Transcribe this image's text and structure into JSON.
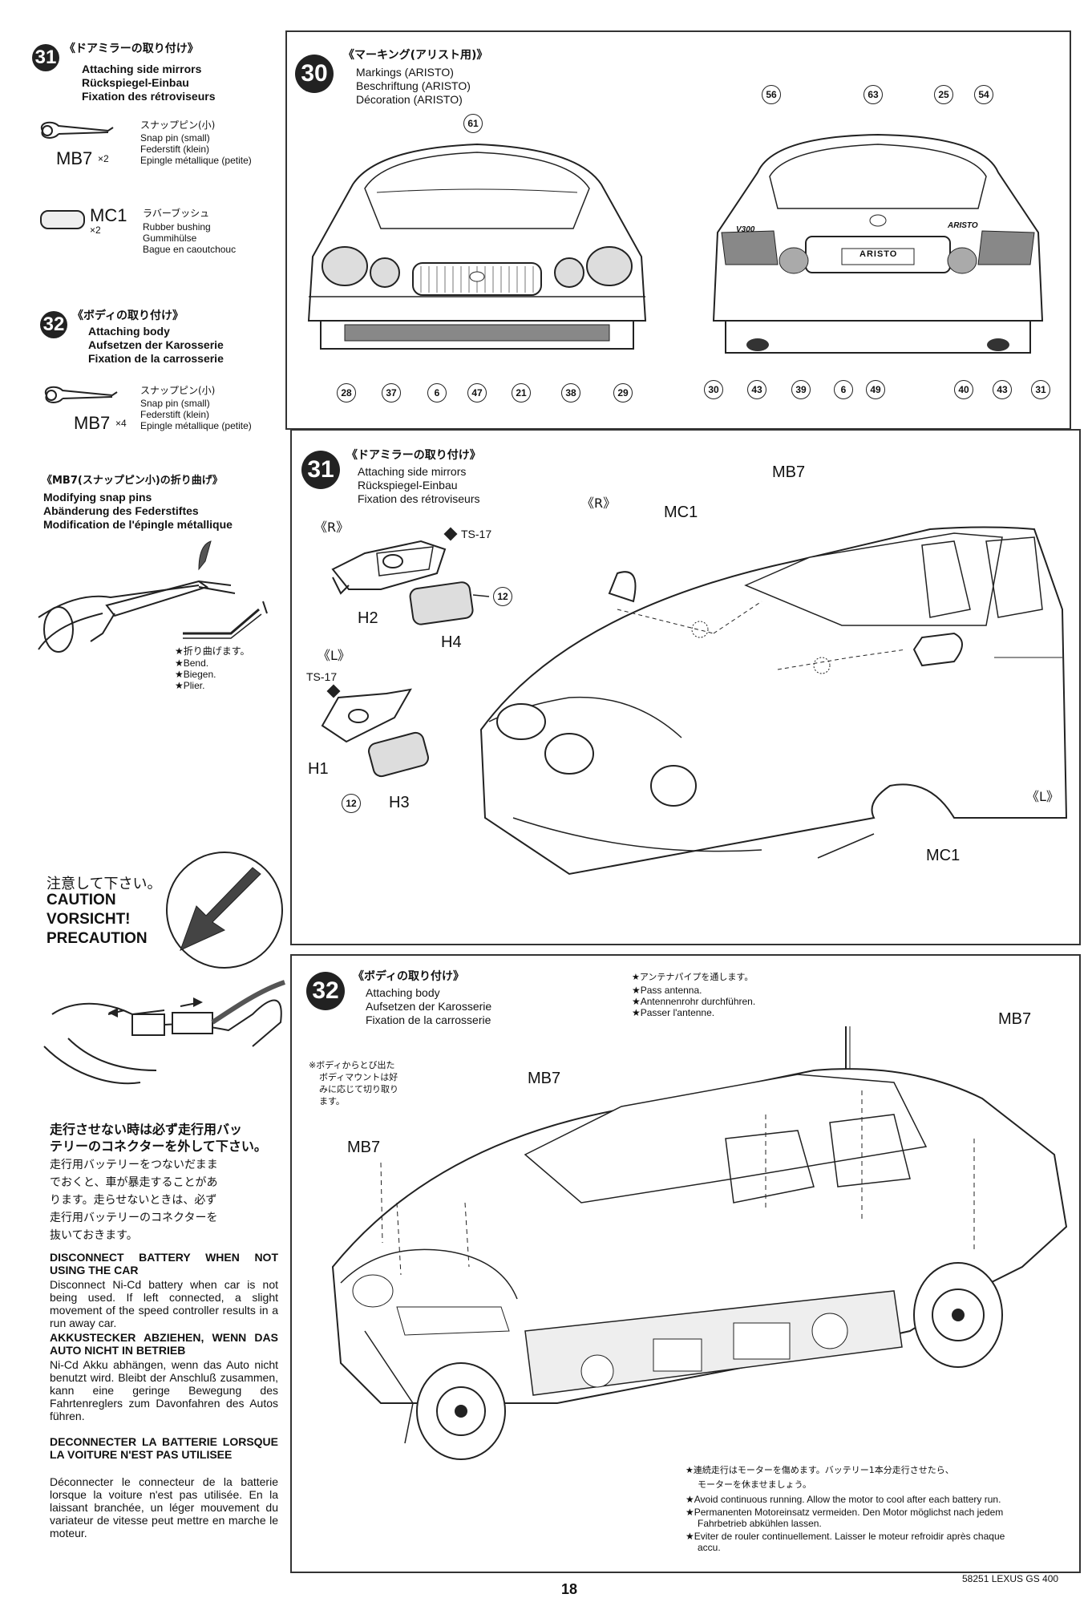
{
  "left": {
    "s31": {
      "num": "31",
      "jp": "《ドアミラーの取り付け》",
      "en": "Attaching side mirrors",
      "de": "Rückspiegel-Einbau",
      "fr": "Fixation des rétroviseurs",
      "part1": {
        "code": "MB7",
        "qty": "×2",
        "jp": "スナップピン(小)",
        "en": "Snap pin (small)",
        "de": "Federstift (klein)",
        "fr": "Epingle métallique (petite)"
      },
      "part2": {
        "code": "MC1",
        "qty": "×2",
        "jp": "ラバーブッシュ",
        "en": "Rubber bushing",
        "de": "Gummihülse",
        "fr": "Bague en caoutchouc"
      }
    },
    "s32": {
      "num": "32",
      "jp": "《ボディの取り付け》",
      "en": "Attaching body",
      "de": "Aufsetzen der Karosserie",
      "fr": "Fixation de la carrosserie",
      "part1": {
        "code": "MB7",
        "qty": "×4",
        "jp": "スナップピン(小)",
        "en": "Snap pin (small)",
        "de": "Federstift (klein)",
        "fr": "Epingle métallique (petite)"
      }
    },
    "modify": {
      "jp": "《MB7(スナップピン小)の折り曲げ》",
      "en": "Modifying snap pins",
      "de": "Abänderung des Federstiftes",
      "fr": "Modification de l'épingle métallique",
      "bend_jp": "★折り曲げます。",
      "bend_en": "★Bend.",
      "bend_de": "★Biegen.",
      "bend_fr": "★Plier."
    },
    "caution": {
      "jp": "注意して下さい。",
      "en": "CAUTION",
      "de": "VORSICHT!",
      "fr": "PRECAUTION"
    },
    "battery": {
      "jp_head1": "走行させない時は必ず走行用バッ",
      "jp_head2": "テリーのコネクターを外して下さい。",
      "jp_body1": "走行用バッテリーをつないだまま",
      "jp_body2": "でおくと、車が暴走することがあ",
      "jp_body3": "ります。走らせないときは、必ず",
      "jp_body4": "走行用バッテリーのコネクターを",
      "jp_body5": "抜いておきます。",
      "en_head": "DISCONNECT BATTERY WHEN NOT USING THE CAR",
      "en_body": "Disconnect Ni-Cd battery when car is not being used. If left connected, a slight movement of the speed controller results in a run away car.",
      "de_head": "AKKUSTECKER ABZIEHEN, WENN DAS AUTO NICHT IN BETRIEB",
      "de_body": "Ni-Cd Akku abhängen, wenn das Auto nicht benutzt wird. Bleibt der Anschluß zusammen, kann eine geringe Bewegung des Fahrtenreglers zum Davonfahren des Autos führen.",
      "fr_head": "DECONNECTER LA BATTERIE LORSQUE LA VOITURE N'EST PAS UTILISEE",
      "fr_body": "Déconnecter le connecteur de la batterie lorsque la voiture n'est pas utilisée. En la laissant branchée, un léger mouvement du variateur de vitesse peut mettre en marche le moteur."
    }
  },
  "p30": {
    "num": "30",
    "jp": "《マーキング(アリスト用)》",
    "en": "Markings (ARISTO)",
    "de": "Beschriftung (ARISTO)",
    "fr": "Décoration (ARISTO)",
    "front_top": [
      "61"
    ],
    "front_bottom": [
      "28",
      "37",
      "6",
      "47",
      "21",
      "38",
      "29"
    ],
    "rear_top": [
      "56",
      "63",
      "25",
      "54"
    ],
    "rear_bottom": [
      "30",
      "43",
      "39",
      "6",
      "49",
      "40",
      "43",
      "31"
    ],
    "plate_text": "ARISTO",
    "rear_badge": "ARISTO",
    "trunk_badge": "V300"
  },
  "p31": {
    "num": "31",
    "jp": "《ドアミラーの取り付け》",
    "en": "Attaching side mirrors",
    "de": "Rückspiegel-Einbau",
    "fr": "Fixation des rétroviseurs",
    "r_label": "《R》",
    "l_label": "《L》",
    "paint": "TS-17",
    "h2": "H2",
    "h4": "H4",
    "h1": "H1",
    "h3": "H3",
    "c12": "12",
    "mb7": "MB7",
    "mc1": "MC1"
  },
  "p32": {
    "num": "32",
    "jp": "《ボディの取り付け》",
    "en": "Attaching body",
    "de": "Aufsetzen der Karosserie",
    "fr": "Fixation de la carrosserie",
    "note1": "※ボディからとび出た",
    "note2": "ボディマウントは好",
    "note3": "みに応じて切り取り",
    "note4": "ます。",
    "ant_jp": "★アンテナパイプを通します。",
    "ant_en": "★Pass antenna.",
    "ant_de": "★Antennenrohr durchführen.",
    "ant_fr": "★Passer l'antenne.",
    "mb7": "MB7",
    "warn_jp1": "★連続走行はモーターを傷めます。バッテリー1本分走行させたら、",
    "warn_jp2": "モーターを休ませましょう。",
    "warn_en": "★Avoid continuous running. Allow the motor to cool after each battery run.",
    "warn_de1": "★Permanenten Motoreinsatz vermeiden. Den Motor möglichst nach jedem",
    "warn_de2": "Fahrbetrieb abkühlen lassen.",
    "warn_fr1": "★Eviter de rouler continuellement. Laisser le moteur refroidir après chaque",
    "warn_fr2": "accu."
  },
  "footer": {
    "model": "58251 LEXUS GS 400",
    "page": "18"
  }
}
